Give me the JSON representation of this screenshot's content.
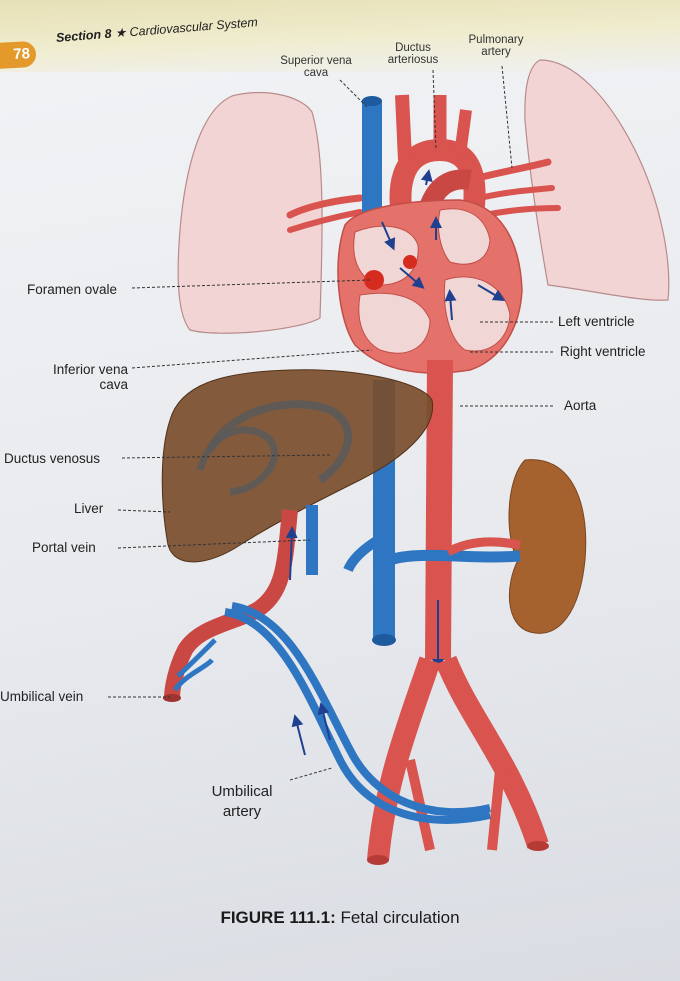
{
  "header": {
    "page_number": "78",
    "section_label": "Section 8",
    "separator": "★",
    "section_name": "Cardiovascular System"
  },
  "labels": {
    "superior_vena_cava_1": "Superior vena",
    "superior_vena_cava_2": "cava",
    "ductus_arteriosus_1": "Ductus",
    "ductus_arteriosus_2": "arteriosus",
    "pulmonary_artery_1": "Pulmonary",
    "pulmonary_artery_2": "artery",
    "foramen_ovale": "Foramen ovale",
    "left_ventricle": "Left ventricle",
    "right_ventricle": "Right ventricle",
    "inferior_vena_cava_1": "Inferior vena",
    "inferior_vena_cava_2": "cava",
    "aorta": "Aorta",
    "ductus_venosus": "Ductus venosus",
    "liver": "Liver",
    "portal_vein": "Portal vein",
    "umbilical_vein": "Umbilical vein",
    "umbilical_artery_1": "Umbilical",
    "umbilical_artery_2": "artery"
  },
  "caption": {
    "number": "FIGURE 111.1:",
    "text": "Fetal circulation"
  },
  "colors": {
    "artery_red": "#d9534f",
    "vein_blue": "#2f76c2",
    "lung_pink": "#f3d4d4",
    "liver_brown": "#7a4e2c",
    "kidney_brown": "#a5622f"
  }
}
